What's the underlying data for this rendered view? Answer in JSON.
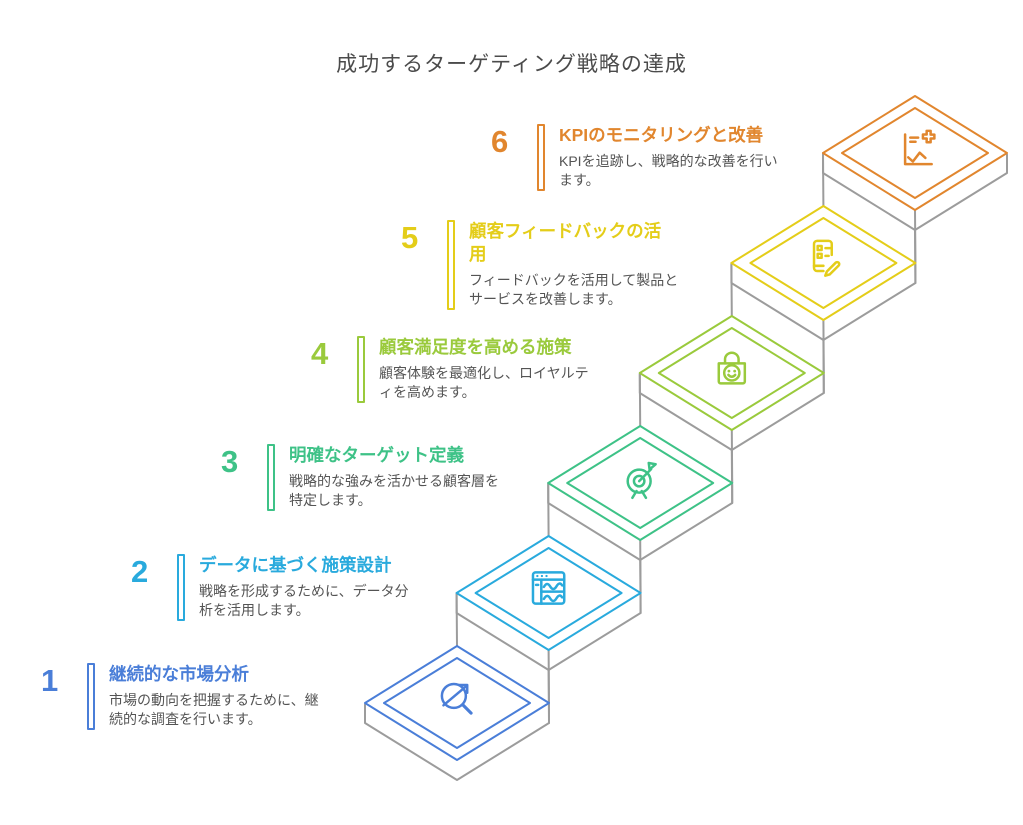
{
  "title": "成功するターゲティング戦略の達成",
  "colors": {
    "edge_gray": "#9c9c9c",
    "desc_text": "#545454",
    "page_title_text": "#4b4b4b"
  },
  "steps": [
    {
      "num": "1",
      "title": "継続的な市場分析",
      "desc": "市場の動向を把握するために、継\n続的な調査を行います。",
      "color": "#4a7ed8",
      "icon": "magnifier-trend-icon"
    },
    {
      "num": "2",
      "title": "データに基づく施策設計",
      "desc": "戦略を形成するために、データ分\n析を活用します。",
      "color": "#29aadd",
      "icon": "dashboard-waves-icon"
    },
    {
      "num": "3",
      "title": "明確なターゲット定義",
      "desc": "戦略的な強みを活かせる顧客層を\n特定します。",
      "color": "#3ec287",
      "icon": "target-dart-icon"
    },
    {
      "num": "4",
      "title": "顧客満足度を高める施策",
      "desc": "顧客体験を最適化し、ロイヤルテ\nィを高めます。",
      "color": "#9aca3c",
      "icon": "shopping-bag-smiley-icon"
    },
    {
      "num": "5",
      "title": "顧客フィードバックの活\n用",
      "desc": "フィードバックを活用して製品と\nサービスを改善します。",
      "color": "#e4cd19",
      "icon": "survey-pencil-icon"
    },
    {
      "num": "6",
      "title": "KPIのモニタリングと改善",
      "desc": "KPIを追跡し、戦略的な改善を行い\nます。",
      "color": "#e1862e",
      "icon": "chart-plus-icon"
    }
  ]
}
